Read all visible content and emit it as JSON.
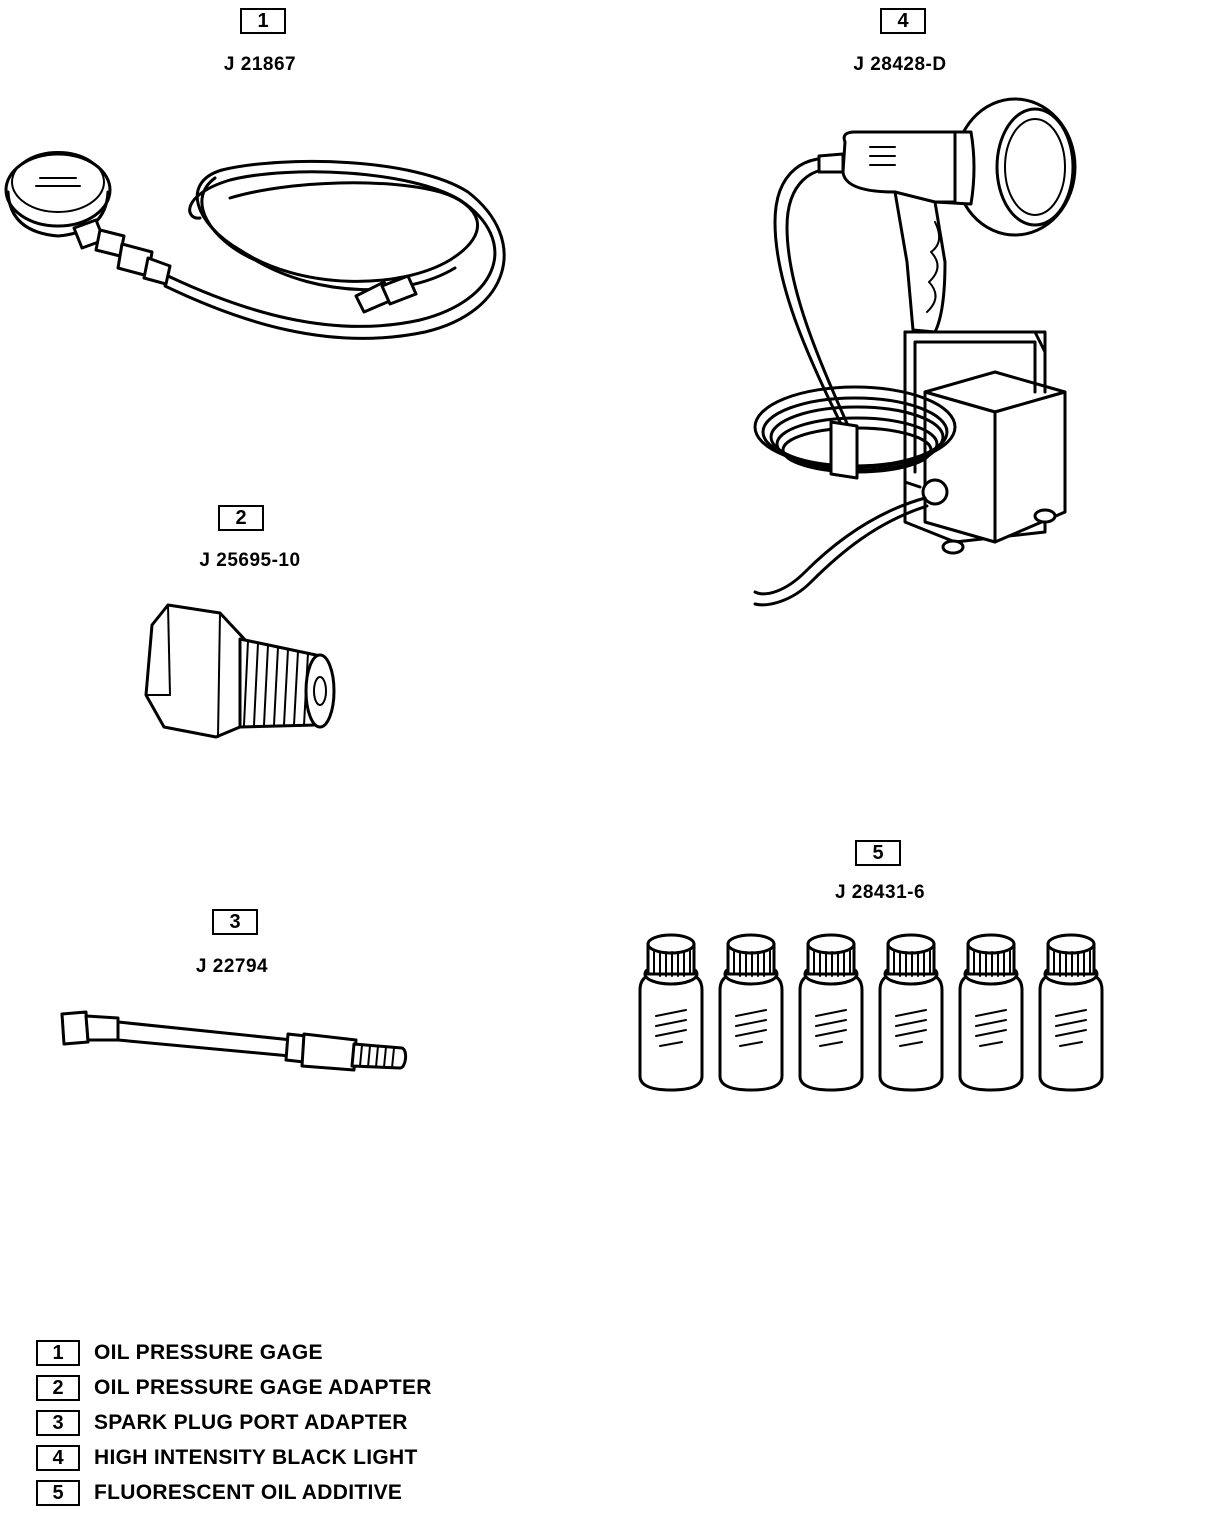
{
  "tools": [
    {
      "number": "1",
      "part_number": "J 21867"
    },
    {
      "number": "2",
      "part_number": "J 25695-10"
    },
    {
      "number": "3",
      "part_number": "J 22794"
    },
    {
      "number": "4",
      "part_number": "J 28428-D"
    },
    {
      "number": "5",
      "part_number": "J 28431-6"
    }
  ],
  "legend": [
    {
      "number": "1",
      "label": "OIL PRESSURE GAGE"
    },
    {
      "number": "2",
      "label": "OIL PRESSURE GAGE ADAPTER"
    },
    {
      "number": "3",
      "label": "SPARK PLUG PORT ADAPTER"
    },
    {
      "number": "4",
      "label": "HIGH INTENSITY BLACK LIGHT"
    },
    {
      "number": "5",
      "label": "FLUORESCENT OIL ADDITIVE"
    }
  ]
}
